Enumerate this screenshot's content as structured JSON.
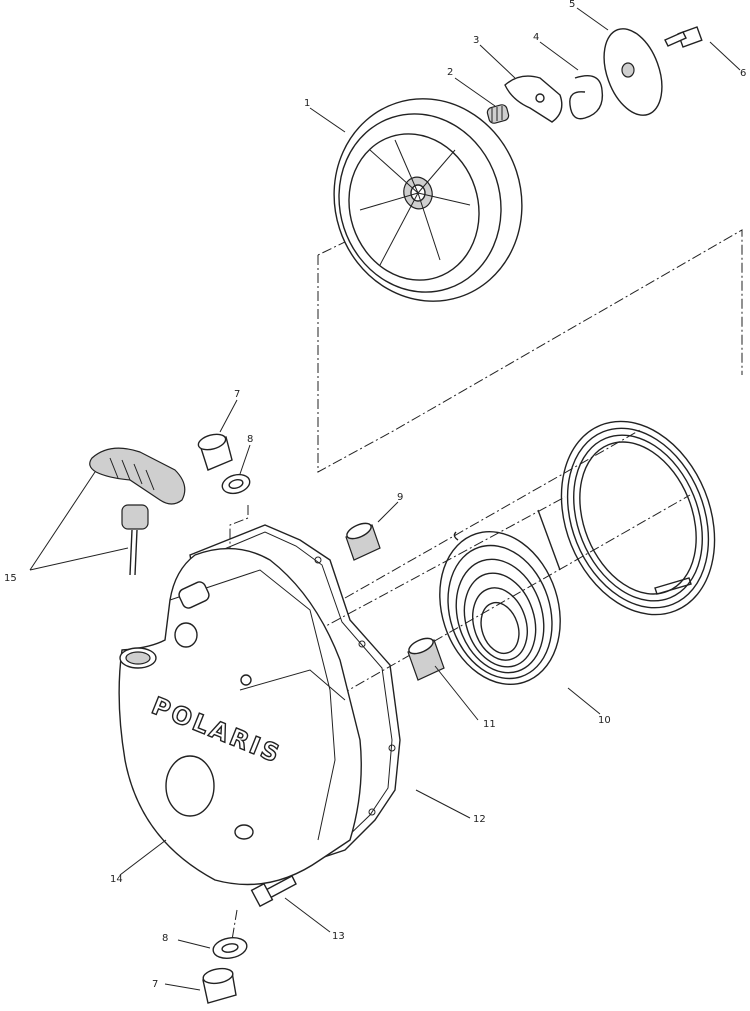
{
  "diagram": {
    "brand_text": "POLARIS",
    "callouts": {
      "c1": "1",
      "c2": "2",
      "c3": "3",
      "c4": "4",
      "c5": "5",
      "c6": "6",
      "c7a": "7",
      "c8a": "8",
      "c9": "9",
      "c10": "10",
      "c11": "11",
      "c12": "12",
      "c13": "13",
      "c14": "14",
      "c15": "15",
      "c8b": "8",
      "c7b": "7"
    }
  }
}
